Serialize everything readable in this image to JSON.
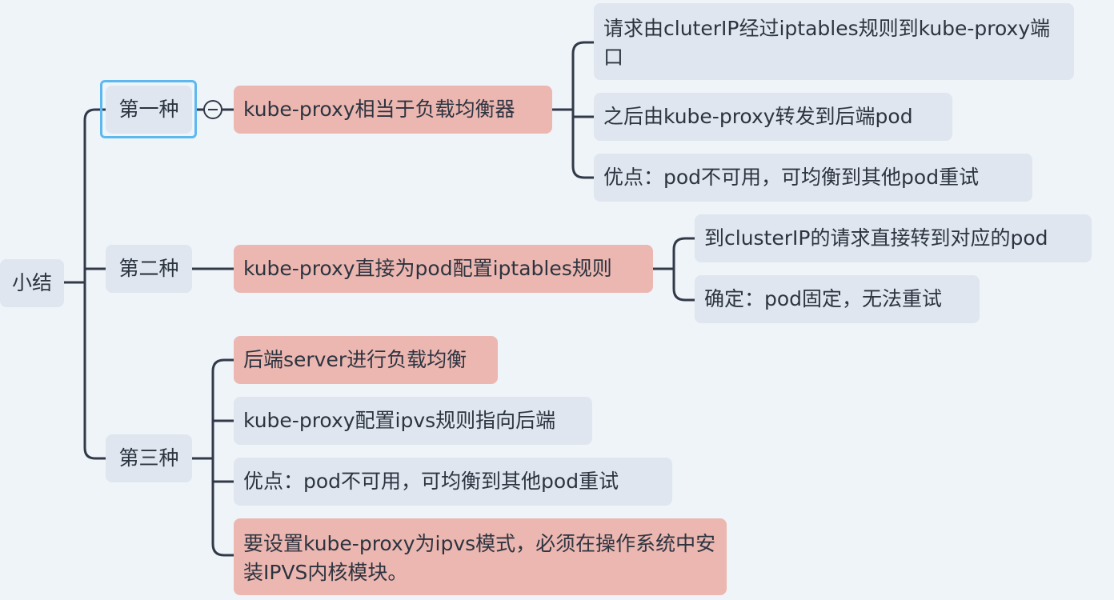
{
  "diagram": {
    "root": {
      "label": "小结"
    },
    "branches": [
      {
        "label": "第一种",
        "selected": true,
        "collapse_icon": "collapse-minus-icon",
        "main": {
          "label": "kube-proxy相当于负载均衡器"
        },
        "children": [
          {
            "label": "请求由cluterIP经过iptables规则到kube-proxy端口"
          },
          {
            "label": "之后由kube-proxy转发到后端pod"
          },
          {
            "label": "优点：pod不可用，可均衡到其他pod重试"
          }
        ]
      },
      {
        "label": "第二种",
        "main": {
          "label": "kube-proxy直接为pod配置iptables规则"
        },
        "children": [
          {
            "label": "到clusterIP的请求直接转到对应的pod"
          },
          {
            "label": "确定：pod固定，无法重试"
          }
        ]
      },
      {
        "label": "第三种",
        "children": [
          {
            "label": "后端server进行负载均衡"
          },
          {
            "label": "kube-proxy配置ipvs规则指向后端"
          },
          {
            "label": "优点：pod不可用，可均衡到其他pod重试"
          },
          {
            "label": "要设置kube-proxy为ipvs模式，必须在操作系统中安装IPVS内核模块。"
          }
        ]
      }
    ],
    "colors": {
      "background": "#eef4f8",
      "topic_gray": "#dfe6ef",
      "topic_pink": "#ecb7b1",
      "line": "#323a4a",
      "selection": "#5db8f0",
      "text": "#2c3440"
    }
  }
}
